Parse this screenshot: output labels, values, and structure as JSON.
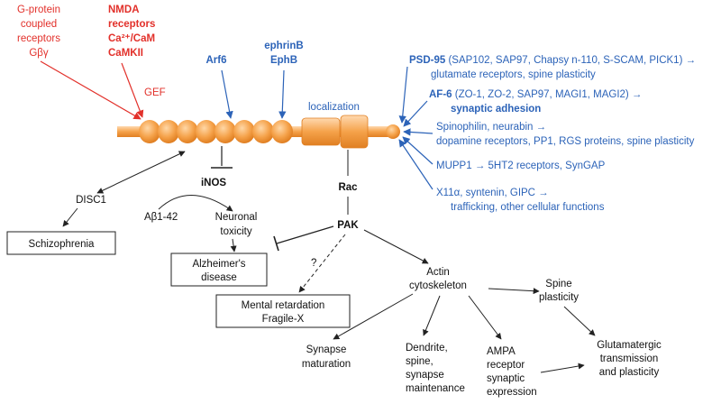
{
  "colors": {
    "red": "#e2302a",
    "blue": "#2c63b8",
    "bead": "#f5a24a",
    "black": "#222222"
  },
  "upstream": {
    "gpcr": [
      "G-protein",
      "coupled",
      "receptors",
      "Gβγ"
    ],
    "nmda": [
      "NMDA",
      "receptors",
      "Ca²⁺/CaM",
      "CaMKII"
    ],
    "gef": "GEF",
    "arf6": "Arf6",
    "ephrin": [
      "ephrinB",
      "EphB"
    ],
    "localization": "localization"
  },
  "partners": [
    {
      "bold": "PSD-95",
      "rest": " (SAP102, SAP97, Chapsy n-110, S-SCAM, PICK1) →",
      "line2": "glutamate receptors, spine plasticity",
      "line2_bold": false
    },
    {
      "bold": "AF-6",
      "rest": " (ZO-1, ZO-2, SAP97, MAGI1, MAGI2) →",
      "line2": "synaptic adhesion",
      "line2_bold": true
    },
    {
      "bold": "",
      "rest": "Spinophilin, neurabin →",
      "line2": "dopamine receptors, PP1, RGS proteins, spine plasticity",
      "line2_bold": false
    },
    {
      "bold": "",
      "rest": "MUPP1 → 5HT2 receptors, SynGAP",
      "line2": "",
      "line2_bold": false
    },
    {
      "bold": "",
      "rest": "X11α, syntenin, GIPC →",
      "line2": "trafficking, other cellular functions",
      "line2_bold": false
    }
  ],
  "nodes": {
    "disc1": "DISC1",
    "schizophrenia": "Schizophrenia",
    "inos": "iNOS",
    "abeta": "Aβ1-42",
    "neuronal": [
      "Neuronal",
      "toxicity"
    ],
    "alzheimers": [
      "Alzheimer's",
      "disease"
    ],
    "rac": "Rac",
    "pak": "PAK",
    "question": "?",
    "mental": [
      "Mental retardation",
      "Fragile-X"
    ],
    "actin": [
      "Actin",
      "cytoskeleton"
    ],
    "spine_plasticity": [
      "Spine",
      "plasticity"
    ],
    "synapse_maturation": [
      "Synapse",
      "maturation"
    ],
    "dendrite": [
      "Dendrite,",
      "spine,",
      "synapse",
      "maintenance"
    ],
    "ampa": [
      "AMPA",
      "receptor",
      "synaptic",
      "expression"
    ],
    "glutamatergic": [
      "Glutamatergic",
      "transmission",
      "and plasticity"
    ]
  }
}
